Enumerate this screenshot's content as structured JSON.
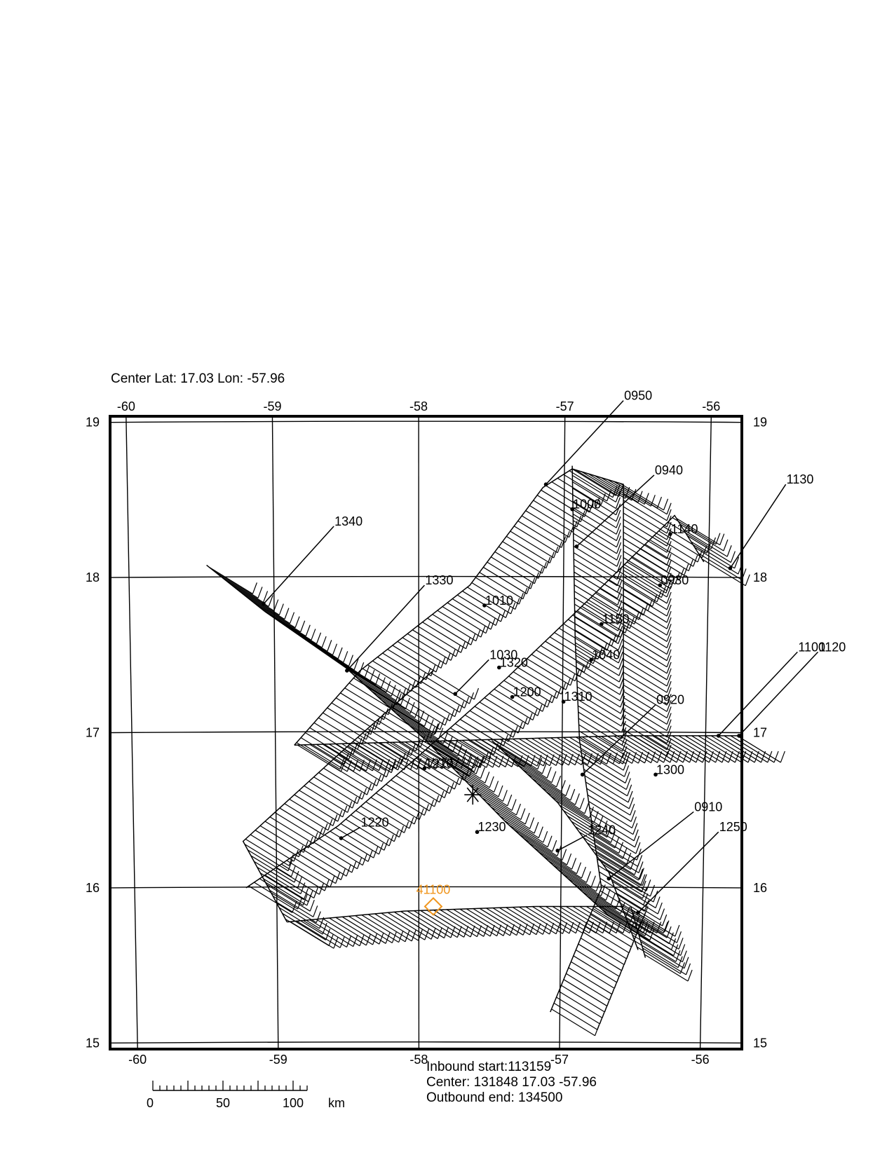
{
  "header": {
    "center_text": "Center Lat: 17.03 Lon:  -57.96"
  },
  "map": {
    "lon_range": [
      -60.1,
      -55.8
    ],
    "lat_range": [
      14.97,
      19.03
    ],
    "lon_ticks": [
      {
        "value": -60,
        "label": "-60"
      },
      {
        "value": -59,
        "label": "-59"
      },
      {
        "value": -58,
        "label": "-58"
      },
      {
        "value": -57,
        "label": "-57"
      },
      {
        "value": -56,
        "label": "-56"
      }
    ],
    "lat_ticks": [
      {
        "value": 15,
        "label": "15"
      },
      {
        "value": 16,
        "label": "16"
      },
      {
        "value": 17,
        "label": "17"
      },
      {
        "value": 18,
        "label": "18"
      },
      {
        "value": 19,
        "label": "19"
      }
    ],
    "time_labels": [
      {
        "t": "0950",
        "lon": -57.13,
        "lat": 18.6,
        "dlon": 0.53,
        "dlat": 0.54
      },
      {
        "t": "0940",
        "lon": -56.92,
        "lat": 18.2,
        "dlon": 0.53,
        "dlat": 0.46
      },
      {
        "t": "1130",
        "lon": -55.87,
        "lat": 18.06,
        "dlon": 0.38,
        "dlat": 0.54
      },
      {
        "t": "1000",
        "lon": -56.95,
        "lat": 18.44,
        "dlon": 0,
        "dlat": 0
      },
      {
        "t": "1140",
        "lon": -56.28,
        "lat": 18.28,
        "dlon": 0.0,
        "dlat": 0
      },
      {
        "t": "1340",
        "lon": -59.06,
        "lat": 17.83,
        "dlon": 0.48,
        "dlat": 0.5
      },
      {
        "t": "1330",
        "lon": -58.49,
        "lat": 17.4,
        "dlon": 0.53,
        "dlat": 0.55
      },
      {
        "t": "1010",
        "lon": -57.55,
        "lat": 17.82,
        "dlon": 0,
        "dlat": 0
      },
      {
        "t": "0930",
        "lon": -56.35,
        "lat": 17.95,
        "dlon": 0,
        "dlat": 0
      },
      {
        "t": "1150",
        "lon": -56.75,
        "lat": 17.7,
        "dlon": 0,
        "dlat": 0
      },
      {
        "t": "1030",
        "lon": -57.75,
        "lat": 17.25,
        "dlon": 0.23,
        "dlat": 0.22
      },
      {
        "t": "1320",
        "lon": -57.45,
        "lat": 17.42,
        "dlon": 0,
        "dlat": 0
      },
      {
        "t": "1040",
        "lon": -56.82,
        "lat": 17.47,
        "dlon": 0,
        "dlat": 0
      },
      {
        "t": "1200",
        "lon": -57.36,
        "lat": 17.23,
        "dlon": 0,
        "dlat": 0
      },
      {
        "t": "1310",
        "lon": -57.01,
        "lat": 17.2,
        "dlon": 0,
        "dlat": 0
      },
      {
        "t": "0920",
        "lon": -56.88,
        "lat": 16.73,
        "dlon": 0.5,
        "dlat": 0.45
      },
      {
        "t": "1100",
        "lon": -55.95,
        "lat": 16.98,
        "dlon": 0.54,
        "dlat": 0.54
      },
      {
        "t": "1120",
        "lon": -55.81,
        "lat": 16.98,
        "dlon": 0.54,
        "dlat": 0.54
      },
      {
        "t": "1210",
        "lon": -57.96,
        "lat": 16.77,
        "dlon": 0,
        "dlat": 0
      },
      {
        "t": "1300",
        "lon": -56.38,
        "lat": 16.73,
        "dlon": 0,
        "dlat": 0
      },
      {
        "t": "0910",
        "lon": -56.7,
        "lat": 16.06,
        "dlon": 0.58,
        "dlat": 0.43
      },
      {
        "t": "1250",
        "lon": -56.5,
        "lat": 15.84,
        "dlon": 0.55,
        "dlat": 0.52
      },
      {
        "t": "1240",
        "lon": -57.05,
        "lat": 16.24,
        "dlon": 0.2,
        "dlat": 0.1
      },
      {
        "t": "1220",
        "lon": -58.53,
        "lat": 16.32,
        "dlon": 0.13,
        "dlat": 0.07
      },
      {
        "t": "1230",
        "lon": -57.6,
        "lat": 16.36,
        "dlon": 0,
        "dlat": 0
      }
    ],
    "buoy": {
      "label": "41100",
      "lon": -57.9,
      "lat": 15.88,
      "color": "#f0961e"
    },
    "center_lon": -57.63,
    "center_lat": 16.6
  },
  "footer": {
    "inbound": "Inbound start:113159",
    "center": "Center: 131848 17.03  -57.96",
    "outbound": "Outbound end: 134500"
  },
  "scale_bar": {
    "labels": [
      {
        "km": 0,
        "text": "0"
      },
      {
        "km": 50,
        "text": "50"
      },
      {
        "km": 100,
        "text": "100"
      }
    ],
    "unit": "km"
  }
}
